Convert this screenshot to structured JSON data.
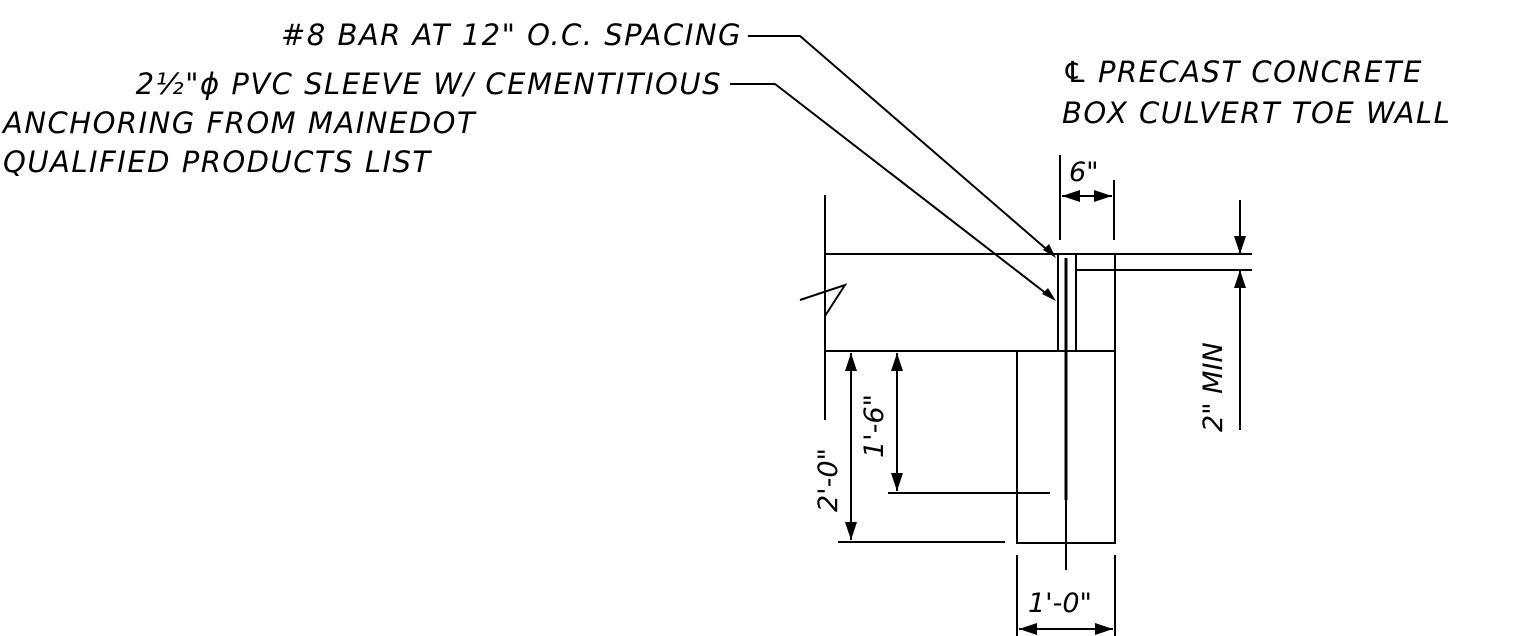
{
  "labels": {
    "bar_note": "#8 BAR AT 12\" O.C. SPACING",
    "sleeve_line1": "2½\"ϕ PVC SLEEVE W/ CEMENTITIOUS",
    "sleeve_line2": "ANCHORING FROM MAINEDOT",
    "sleeve_line3": "QUALIFIED PRODUCTS LIST",
    "centerline_symbol": "℄",
    "centerline_line1": "PRECAST CONCRETE",
    "centerline_line2": "BOX CULVERT TOE WALL"
  },
  "dimensions": {
    "top_width": "6\"",
    "min_depth": "2\" MIN",
    "embed_depth": "1'-6\"",
    "wall_depth": "2'-0\"",
    "wall_width": "1'-0\""
  },
  "colors": {
    "ink": "#000000",
    "background": "#ffffff"
  }
}
